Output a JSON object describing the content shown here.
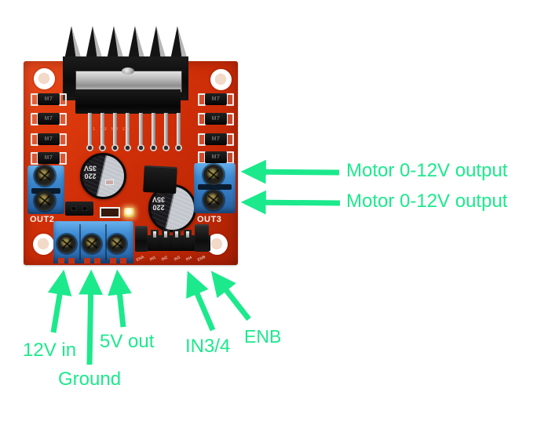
{
  "figure": {
    "subject": "L298N dual H-bridge motor driver board, annotated",
    "accent_color": "#1ce98c",
    "pcb_color": "#d02f08"
  },
  "annotations": {
    "right_labels": [
      {
        "label": "Motor 0-12V output"
      },
      {
        "label": "Motor 0-12V output"
      }
    ],
    "bottom_labels": [
      {
        "label": "12V in"
      },
      {
        "label": "Ground"
      },
      {
        "label": "5V out"
      },
      {
        "label": "IN3/4"
      },
      {
        "label": "ENB"
      }
    ]
  },
  "board": {
    "silkscreen": {
      "out2": "OUT2",
      "out3": "OUT3",
      "marker_text": "OUT3",
      "pin_labels": [
        "ENA",
        "IN1",
        "IN2",
        "IN3",
        "IN4",
        "ENB"
      ],
      "chip_pin_numbers": "1 23 50 25"
    },
    "diode_marking": "M7",
    "capacitor_marking": {
      "line1": "220",
      "line2": "35V"
    }
  }
}
